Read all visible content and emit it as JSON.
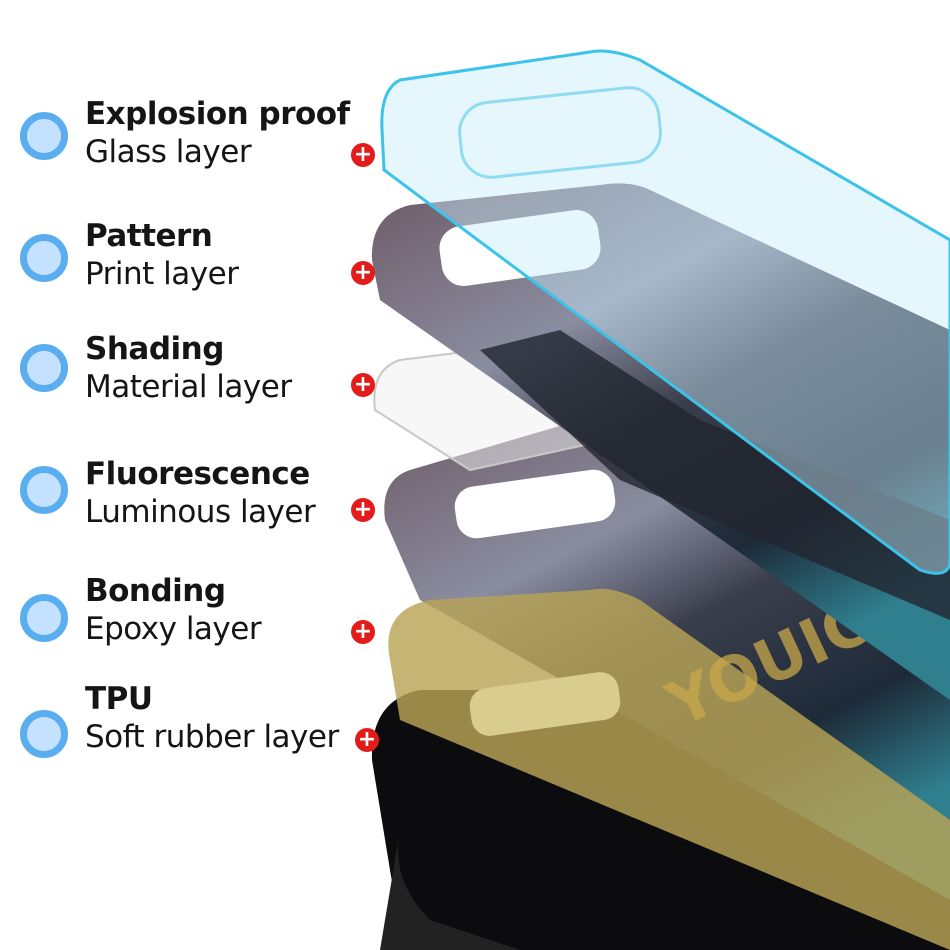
{
  "layers": [
    {
      "title": "Explosion proof",
      "subtitle": "Glass layer",
      "icon": "plus-icon"
    },
    {
      "title": "Pattern",
      "subtitle": "Print layer",
      "icon": "plus-icon"
    },
    {
      "title": "Shading",
      "subtitle": "Material layer",
      "icon": "plus-icon"
    },
    {
      "title": "Fluorescence",
      "subtitle": "Luminous layer",
      "icon": "plus-icon"
    },
    {
      "title": "Bonding",
      "subtitle": "Epoxy layer",
      "icon": "plus-icon"
    },
    {
      "title": "TPU",
      "subtitle": "Soft rubber layer",
      "icon": "plus-icon"
    }
  ],
  "watermark": "YOUIC",
  "colors": {
    "bullet_ring": "#5aaef0",
    "bullet_fill": "#c4e2ff",
    "plus": "#e41b1b",
    "glass_edge": "#3cc3ea"
  }
}
